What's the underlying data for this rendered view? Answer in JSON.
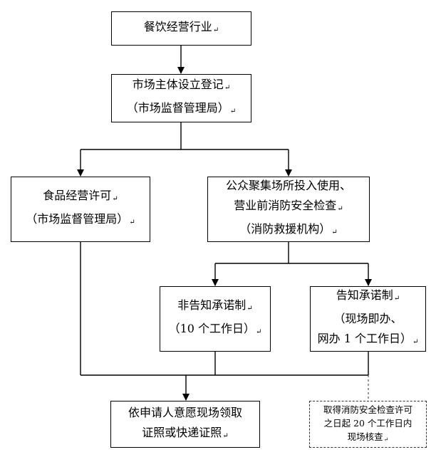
{
  "diagram": {
    "para_mark": "↵",
    "nodes": {
      "catering": {
        "lines": [
          "餐饮经营行业"
        ]
      },
      "registration": {
        "lines": [
          "市场主体设立登记",
          "（市场监督管理局）"
        ]
      },
      "food_license": {
        "lines": [
          "食品经营许可",
          "（市场监督管理局）"
        ]
      },
      "fire_inspection": {
        "lines": [
          "公众聚集场所投入使用、",
          "营业前消防安全检查",
          "（消防救援机构）"
        ]
      },
      "non_notification": {
        "lines": [
          "非告知承诺制",
          "（10 个工作日）"
        ]
      },
      "notification": {
        "lines": [
          "告知承诺制",
          "（现场即办、",
          "网办 1 个工作日）"
        ]
      },
      "collect": {
        "lines": [
          "依申请人意愿现场领取",
          "证照或快递证照"
        ]
      },
      "verify_note": {
        "lines": [
          "取得消防安全检查许可",
          "之日起 20 个工作日内",
          "现场核查"
        ]
      }
    }
  }
}
